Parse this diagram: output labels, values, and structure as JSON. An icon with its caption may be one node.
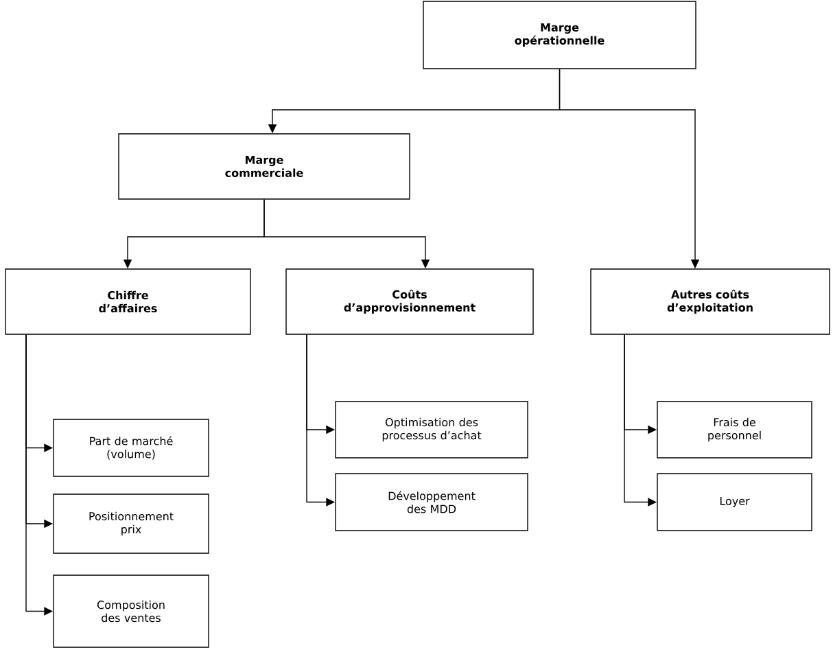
{
  "diagram": {
    "nodes": [
      {
        "text": [
          "Marge opérationnelle"
        ]
      },
      {
        "text": [
          "Marge commerciale"
        ]
      },
      {
        "text": [
          "Chiffre d’affaires"
        ]
      },
      {
        "text": [
          "Coûts d’approvisionnement"
        ]
      },
      {
        "text": [
          "Autres coûts d’exploitation"
        ]
      },
      {
        "text": [
          "Part de marché (volume)"
        ]
      },
      {
        "text": [
          "Positionnement prix"
        ]
      },
      {
        "text": [
          "Composition des ventes"
        ]
      },
      {
        "text": [
          "Optimisation des processus d’achat"
        ]
      },
      {
        "text": [
          "Développement des MDD"
        ]
      },
      {
        "text": [
          "Frais de personnel"
        ]
      },
      {
        "text": [
          "Loyer"
        ]
      }
    ],
    "edges": [
      {
        "from": 0,
        "to": 1,
        "arrow": "to"
      },
      {
        "from": 0,
        "to": 4,
        "arrow": "to"
      },
      {
        "from": 1,
        "to": 2,
        "arrow": "to"
      },
      {
        "from": 1,
        "to": 3,
        "arrow": "to"
      },
      {
        "from": 2,
        "to": 5,
        "arrow": "to"
      },
      {
        "from": 2,
        "to": 6,
        "arrow": "to"
      },
      {
        "from": 2,
        "to": 7,
        "arrow": "to"
      },
      {
        "from": 3,
        "to": 8,
        "arrow": "to"
      },
      {
        "from": 3,
        "to": 9,
        "arrow": "to"
      },
      {
        "from": 4,
        "to": 10,
        "arrow": "to"
      },
      {
        "from": 4,
        "to": 11,
        "arrow": "to"
      }
    ]
  }
}
